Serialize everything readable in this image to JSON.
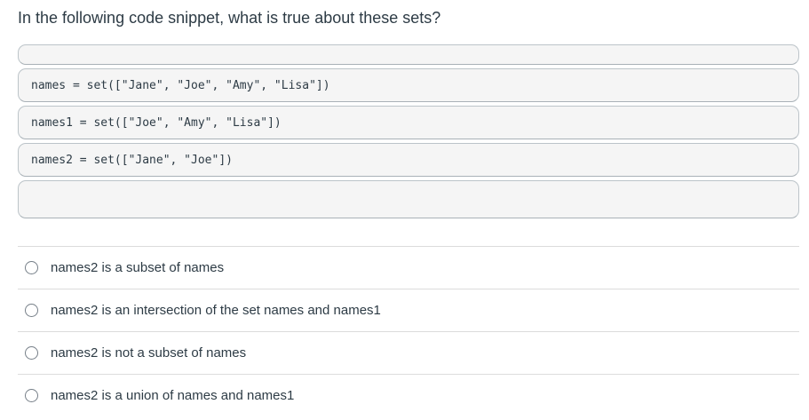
{
  "question": {
    "title": "In the following code snippet, what is true about these sets?",
    "code_blocks": [
      {
        "name": "empty-top",
        "code": ""
      },
      {
        "name": "names",
        "code": "names = set([\"Jane\", \"Joe\", \"Amy\", \"Lisa\"])"
      },
      {
        "name": "names1",
        "code": "names1 = set([\"Joe\", \"Amy\", \"Lisa\"])"
      },
      {
        "name": "names2",
        "code": "names2 = set([\"Jane\", \"Joe\"])"
      },
      {
        "name": "empty-bottom",
        "code": ""
      }
    ],
    "answers": [
      {
        "label": "names2 is a subset of names",
        "selected": false
      },
      {
        "label": "names2 is an intersection of the set names and names1",
        "selected": false
      },
      {
        "label": "names2 is not a subset of names",
        "selected": false
      },
      {
        "label": "names2 is a union of names and names1",
        "selected": false
      }
    ]
  },
  "colors": {
    "text": "#2d3b45",
    "code_box_background": "#f5f5f5",
    "code_box_border": "#bcc4c9",
    "divider": "#dcdcdc",
    "radio_border": "#767f88"
  }
}
